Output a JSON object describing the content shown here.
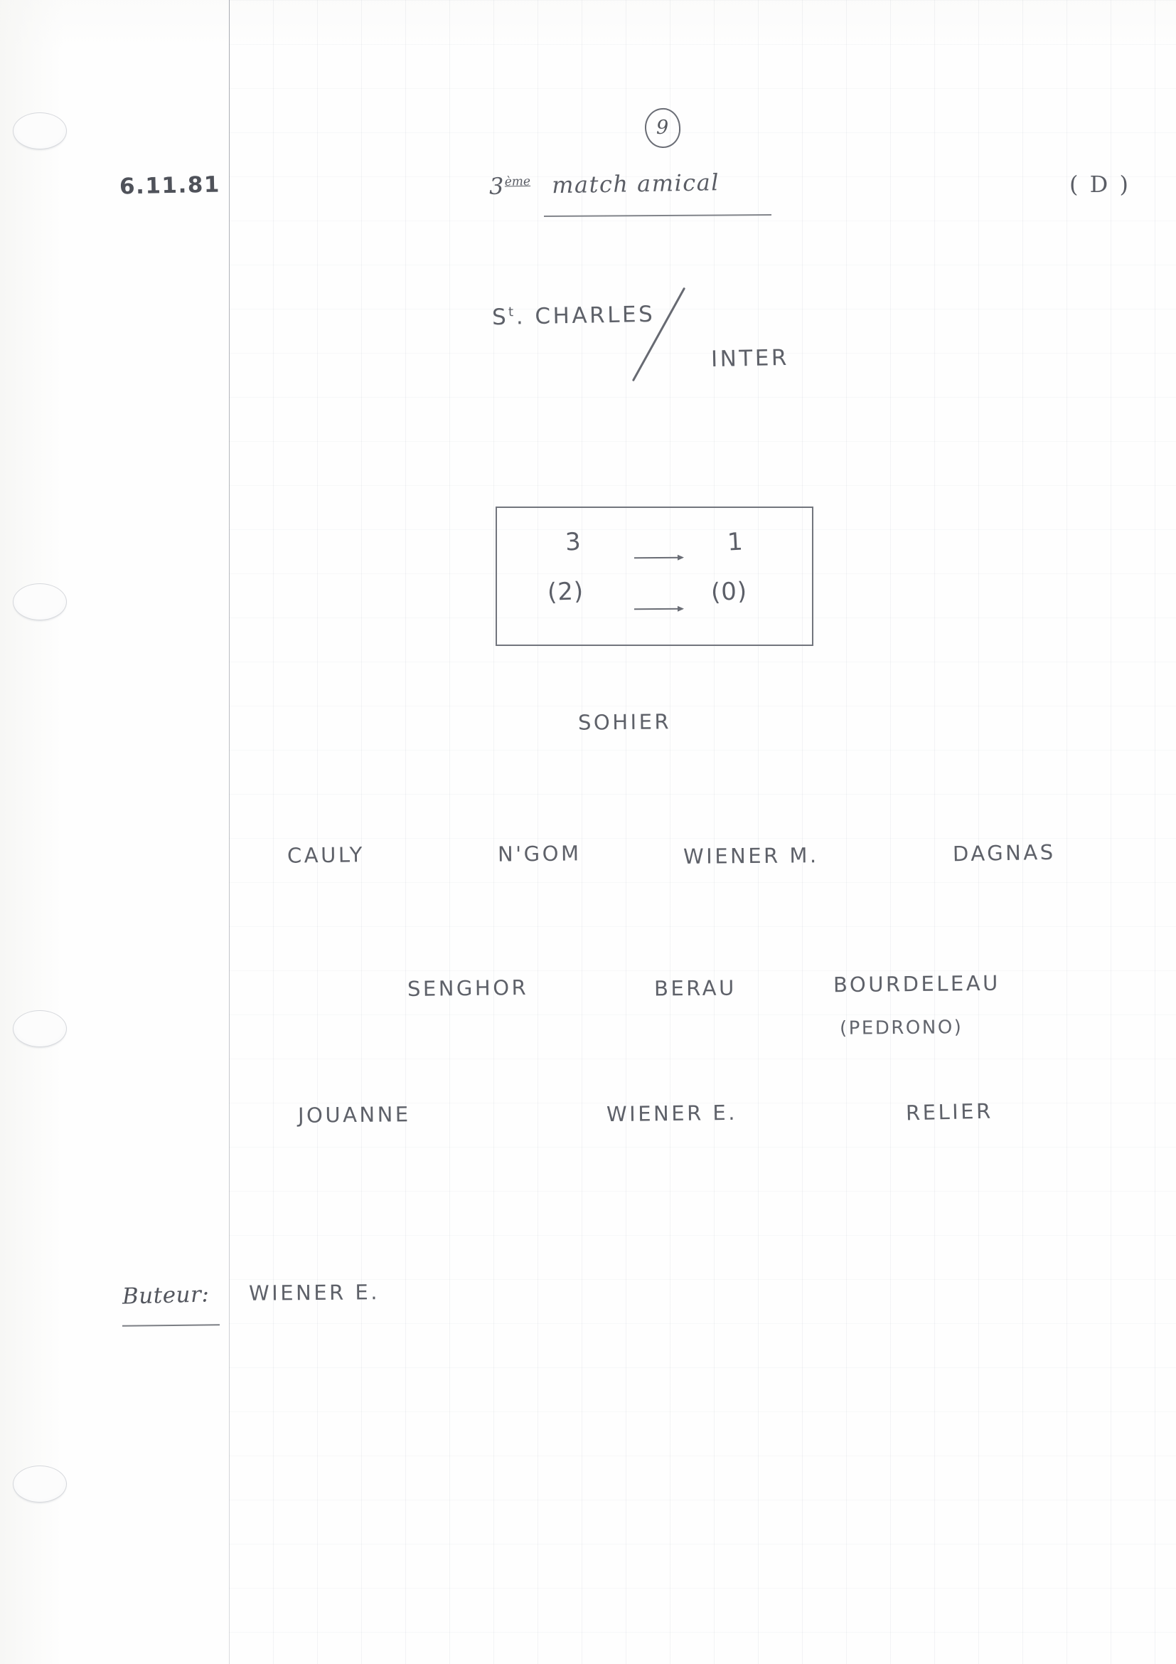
{
  "document": {
    "type": "handwritten-match-notebook-page",
    "page_number": "9",
    "date": "6.11.81",
    "side_marker": "( D )",
    "title": {
      "ordinal": "3",
      "ordinal_suffix": "ème",
      "text": "match   amical"
    }
  },
  "fixture": {
    "home_prefix": "S",
    "home_prefix_sup": "t",
    "home_team": ". CHARLES",
    "away_team": "INTER",
    "separator": "/"
  },
  "score": {
    "fulltime_home": "3",
    "fulltime_away": "1",
    "halftime_home": "(2)",
    "halftime_away": "(0)"
  },
  "formation": {
    "goalkeeper": "SOHIER",
    "defenders": [
      "CAULY",
      "N'GOM",
      "WIENER M.",
      "DAGNAS"
    ],
    "midfielders": [
      "SENGHOR",
      "BERAU",
      "BOURDELEAU"
    ],
    "substitute": "(PEDRONO)",
    "forwards": [
      "JOUANNE",
      "WIENER E.",
      "RELIER"
    ]
  },
  "note": {
    "label": "Buteur:",
    "value": "WIENER  E."
  }
}
